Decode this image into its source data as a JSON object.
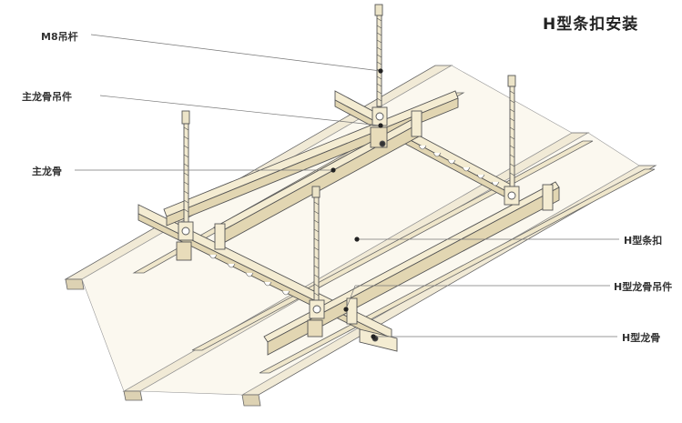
{
  "title": "H型条扣安装",
  "labels": {
    "m8_rod": "M8吊杆",
    "main_hanger": "主龙骨吊件",
    "main_keel": "主龙骨",
    "h_strip": "H型条扣",
    "h_hanger": "H型龙骨吊件",
    "h_keel": "H型龙骨"
  },
  "colors": {
    "line": "#555555",
    "fill": "#f4ecd2",
    "fill_dark": "#e2d6b2",
    "leader": "#777777"
  }
}
